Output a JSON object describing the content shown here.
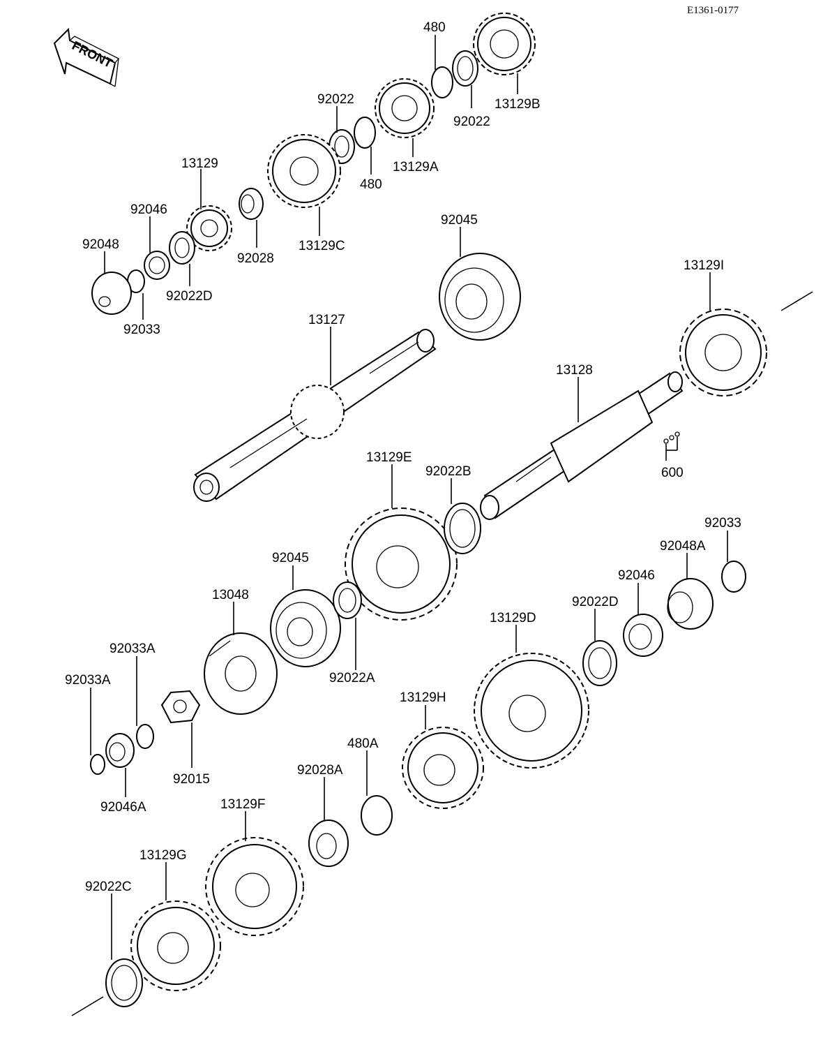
{
  "diagram": {
    "ref_code": "E1361-0177",
    "front_label": "FRONT",
    "labels": {
      "p480_top": "480",
      "p13129B": "13129B",
      "p92022_right": "92022",
      "p92022_left": "92022",
      "p480_mid": "480",
      "p13129A": "13129A",
      "p13129": "13129",
      "p92046_top": "92046",
      "p92048": "92048",
      "p92028": "92028",
      "p13129C": "13129C",
      "p92022D_top": "92022D",
      "p92033_top": "92033",
      "p92045_top": "92045",
      "p13129I": "13129I",
      "p13127": "13127",
      "p13128": "13128",
      "p600": "600",
      "p13129E": "13129E",
      "p92022B": "92022B",
      "p92033_right": "92033",
      "p92048A": "92048A",
      "p92045_mid": "92045",
      "p92046_right": "92046",
      "p13048": "13048",
      "p92022D_right": "92022D",
      "p13129D": "13129D",
      "p92033A_top": "92033A",
      "p92033A_left": "92033A",
      "p92022A": "92022A",
      "p13129H": "13129H",
      "p92015": "92015",
      "p480A": "480A",
      "p92046A": "92046A",
      "p92028A": "92028A",
      "p13129F": "13129F",
      "p13129G": "13129G",
      "p92022C": "92022C"
    }
  }
}
